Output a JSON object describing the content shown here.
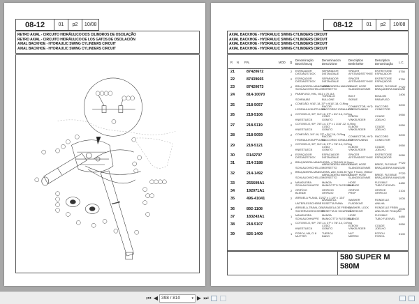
{
  "left_page": {
    "header": {
      "code": "08-12",
      "version": "01",
      "page": "p2",
      "date": "10/08"
    },
    "titles": [
      "RETRO AXIAL - CIRCUITO HIDRÁULICO DOS CILINDROS DE OSCILAÇÃO",
      "RETRO AXIAL - CIRCUITO HIDRÁULICO DE LOS GATOS DE OSCILACIÓN",
      "AXIAL BACKHOE - HYDRAULIC SWING CYLINDERS CIRCUIT",
      "AXIAL BACKHOE - HYDRAULIC SWING CYLINDERS CIRCUIT"
    ],
    "diagram": {
      "description": "exploded hydraulic swing cylinders circuit drawing",
      "callouts": [
        "11",
        "12",
        "13",
        "14",
        "15",
        "16",
        "17",
        "18",
        "19",
        "20",
        "21",
        "22",
        "23",
        "24",
        "25",
        "26",
        "27",
        "28",
        "29",
        "30",
        "31",
        "32",
        "33",
        "34",
        "35",
        "36",
        "37",
        "38",
        "39"
      ]
    }
  },
  "right_page": {
    "header": {
      "code": "08-12",
      "version": "01",
      "page": "p2",
      "date": "10/08"
    },
    "titles": [
      "AXIAL BACKHOE - HYDRAULIC SWING CYLINDERS CIRCUIT",
      "AXIAL BACKHOE - HYDRAULIC SWING CYLINDERS CIRCUIT",
      "AXIAL BACKHOE - HYDRAULIC SWING CYLINDERS CIRCUIT",
      "AXIAL BACKHOE - HYDRAULIC SWING CYLINDERS CIRCUIT"
    ],
    "columns": {
      "r": "R",
      "n": "N",
      "pn": "P.N.",
      "mod": "MOD",
      "q": "Q",
      "d1a": "Denominação",
      "d1b": "Bezeichnung",
      "d2a": "Denominacion",
      "d2b": "Descrizione",
      "d3a": "Description",
      "d3b": "Beskrivelse",
      "d4a": "Description",
      "d4b": "Denominação",
      "lc": "L.C."
    },
    "rows": [
      {
        "r": "21",
        "pn": "87420672",
        "q": "2",
        "lc": "0750",
        "l1": [
          "ESPAÇADOR",
          "DISTANZSTÜCK"
        ],
        "l2": [
          "SEPARADOR",
          "DISTANZIALE"
        ],
        "l3": [
          "SPACER",
          "AFSTANDSSTYKKE"
        ],
        "l4": [
          "ENTRETOISE",
          "ESPAÇADOR"
        ]
      },
      {
        "r": "22",
        "pn": "87439665",
        "q": "2",
        "lc": "0750",
        "l1": [
          "ESPAÇADOR",
          "DISTANZSTÜCK"
        ],
        "l2": [
          "SEPARADOR",
          "DISTANZIALE"
        ],
        "l3": [
          "SPACER",
          "AFSTANDSSTYKKE"
        ],
        "l4": [
          "ENTRETOISE",
          "ESPAÇADOR"
        ]
      },
      {
        "r": "23",
        "pn": "87420673",
        "q": "2",
        "lc": "P720",
        "l1": [
          "BRAÇADEIRA-MANGUEIRA",
          "SCHLAUCHSCHELLE"
        ],
        "l2": [
          "ABRAZADERA MANGUE",
          "MORSETTO"
        ],
        "l3": [
          "CLAMP, HOSE",
          "SLANGEKLEMME"
        ],
        "l4": [
          "BRIDE, FLEXIBLE",
          "BRAÇADEIRA MANGUEI"
        ]
      },
      {
        "r": "24",
        "pn": "814-10070",
        "q": "2",
        "lc": "1406",
        "spec": "PARAFUSO, HHL, M10 x 70, 8.8",
        "l1": [
          "",
          "SCHRAUBE"
        ],
        "l2": [
          "TORNILLO",
          "BULLONE"
        ],
        "l3": [
          "BOLT",
          "SKRUE"
        ],
        "l4": [
          "BOULON",
          "PARAFUSO"
        ]
      },
      {
        "r": "25",
        "pn": "218-5057",
        "q": "4",
        "lc": "0200",
        "spec": "CONEXÃO, 9/16\"-18, 37º x 9/16\"-18, O-Ring",
        "l1": [
          "",
          "HYDRAULIKKUPPLUNG"
        ],
        "l2": [
          "RACOR",
          "RACCORDO IDRAULICO"
        ],
        "l3": [
          "CONNECTOR, HYD.",
          "FORSKRUNING"
        ],
        "l4": [
          "RACCORD",
          "CONECTOR"
        ]
      },
      {
        "r": "26",
        "pn": "218-5106",
        "q": "4",
        "lc": "0950",
        "spec": "COTOVELO, 90º, 3/4\"-16, 37º x 3/4\"-16, O-Ring",
        "l1": [
          "",
          "KNIESTUECK"
        ],
        "l2": [
          "CODO",
          "GOMITO"
        ],
        "l3": [
          "ELBOW",
          "VINKELROER"
        ],
        "l4": [
          "COUDE",
          "JOELHO"
        ]
      },
      {
        "r": "27",
        "pn": "218-5119",
        "q": "2",
        "lc": "0950",
        "spec": "COTOVELO, 90º, 7/8\"-14, 37º x 1 1/16\"-12, O-Ring",
        "l1": [
          "",
          "KNIESTUECK"
        ],
        "l2": [
          "CODO",
          "GOMITO"
        ],
        "l3": [
          "ELBOW",
          "VINKELROER"
        ],
        "l4": [
          "COUDE",
          "JOELHO"
        ]
      },
      {
        "r": "28",
        "pn": "218-5059",
        "q": "2",
        "lc": "0200",
        "spec": "CONEXÃO, 3/4\"-16, 37º x 3/4\"-16, O-Ring",
        "l1": [
          "",
          "HYDRAULIKKUPPLUNG"
        ],
        "l2": [
          "RACOR",
          "RACCORDO IDRAULICO"
        ],
        "l3": [
          "CONNECTOR, HYD.",
          "FORSKRUNING"
        ],
        "l4": [
          "RACCORD",
          "CONECTOR"
        ]
      },
      {
        "r": "29",
        "pn": "218-5121",
        "q": "2",
        "lc": "0950",
        "spec": "COTOVELO, 90º, 3/4\"-16, 37º x 7/8\"-14, O-Ring",
        "l1": [
          "",
          "KNIESTUECK"
        ],
        "l2": [
          "CODO",
          "GOMITO"
        ],
        "l3": [
          "ELBOW",
          "VINKELROER"
        ],
        "l4": [
          "COUDE",
          "JOELHO"
        ]
      },
      {
        "r": "30",
        "pn": "D142707",
        "q": "4",
        "lc": "0080",
        "l1": [
          "ESPAÇADOR",
          "DISTANZSTÜCK"
        ],
        "l2": [
          "ESPACIADOR",
          "DISTANZIALE"
        ],
        "l3": [
          "SPACER",
          "AFSTANDSSTYKKE"
        ],
        "l4": [
          "ENTRETOISE",
          "ESPAÇADOR"
        ]
      },
      {
        "r": "31",
        "pn": "214-3188",
        "q": "2",
        "lc": "P720",
        "spec": "BRAÇADEIRA-MANGUEIRA, 4,75/5,6/5,16 Norm",
        "l1": [
          "",
          "SCHLAUCHSCHELLE"
        ],
        "l2": [
          "ABRAZADERA MANGUE",
          "MORSETTO"
        ],
        "l3": [
          "CLAMP, HOSE",
          "SLANGEKLEMME"
        ],
        "l4": [
          "BRIDE, FLEXIBLE",
          "BRAÇADEIRA MANGUEI"
        ]
      },
      {
        "r": "32",
        "pn": "214-1492",
        "q": "2",
        "lc": "P720",
        "spec": "BRAÇADEIRA-MANGUEIRA, ø60, 5.3/6.35 Type F Norm, Wittner",
        "l1": [
          "",
          "SCHLAUCHSCHELLE"
        ],
        "l2": [
          "ABRAZADERA MANGUE",
          "MORSETTO"
        ],
        "l3": [
          "CLAMP, HOSE",
          "SLANGEKLEMME"
        ],
        "l4": [
          "BRIDE, FLEXIBLE",
          "BRAÇADEIRA MANGUEI"
        ]
      },
      {
        "r": "33",
        "pn": "255609A1",
        "q": "2",
        "lc": "4480",
        "l1": [
          "MANGUEIRA",
          "SCHLAUCHHUPFE"
        ],
        "l2": [
          "MANGA",
          "MANICOTTO FLESSIBILE"
        ],
        "l3": [
          "HOSE",
          "SLANGE"
        ],
        "l4": [
          "FLEXIBLE",
          "TUBO FLEXIVEL"
        ]
      },
      {
        "r": "34",
        "pn": "192071A1",
        "q": "2",
        "lc": "2104",
        "l1": [
          "ORIFÍCIO",
          "BLENDE"
        ],
        "l2": [
          "ORIFICIO",
          "ORIFIZIO"
        ],
        "l3": [
          "ORIFICE",
          "PROP"
        ],
        "l4": [
          "ORIFICE",
          "ORIFICIO"
        ]
      },
      {
        "r": "35",
        "pn": "496-41041",
        "q": "2",
        "lc": "1005",
        "spec": "ARRUELA PLANA, 13/32\" x 1 1/8\" x .134\"",
        "l1": [
          "",
          "UNTERLEGSCHEIBE"
        ],
        "l2": [
          "ARANDELA",
          "ROSETTA PIANA"
        ],
        "l3": [
          "WASHER",
          "FLADSKIVE"
        ],
        "l4": [
          "RONDELLE",
          "ANILHA"
        ]
      },
      {
        "r": "36",
        "pn": "892-1108",
        "q": "1",
        "lc": "1006",
        "l1": [
          "ARRUELA-TRAVA, DE",
          "SICHERUNGSSCHEIBE"
        ],
        "l2": [
          "ARANDELA DE FRENO",
          "ROSETTA DI SICUREZZ"
        ],
        "l3": [
          "WASHER, LOCK",
          "LÅSESKIVE"
        ],
        "l4": [
          "RONDELLE FREIN",
          "ANILHA DE FIXAÇÃO"
        ]
      },
      {
        "r": "37",
        "pn": "183243A1",
        "q": "1",
        "lc": "4480",
        "l1": [
          "MANGUEIRA",
          "SCHLAUCHHUPFE"
        ],
        "l2": [
          "MANGA",
          "MANICOTTO FLESSIBILE"
        ],
        "l3": [
          "HOSE",
          "SLANGE"
        ],
        "l4": [
          "FLEXIBLE",
          "TUBO FLEXIVEL"
        ]
      },
      {
        "r": "38",
        "pn": "218-5107",
        "q": "1",
        "lc": "0950",
        "spec": "COTOVELO, 90º, 7/8\"-14, 37º x 7/8\"-14, O-Ring",
        "l1": [
          "",
          "KNIESTUECK"
        ],
        "l2": [
          "CODO",
          "GOMITO"
        ],
        "l3": [
          "ELBOW",
          "VINKELROER"
        ],
        "l4": [
          "COUDE",
          "JOELHO"
        ]
      },
      {
        "r": "39",
        "pn": "826-1409",
        "q": "1",
        "lc": "0100",
        "l1": [
          "PORCA, M8, CI 8",
          "MUTTER"
        ],
        "l2": [
          "TUERCA",
          "DADO"
        ],
        "l3": [
          "NUT",
          "MØTRIK"
        ],
        "l4": [
          "ECROU",
          "PORCA"
        ]
      }
    ],
    "models": [
      "580 SUPER M",
      "580M"
    ]
  },
  "toolbar": {
    "first_label": "⏮",
    "prev_label": "◀",
    "page_value": "398 / 810",
    "next_label": "▶",
    "last_label": "⏭"
  }
}
